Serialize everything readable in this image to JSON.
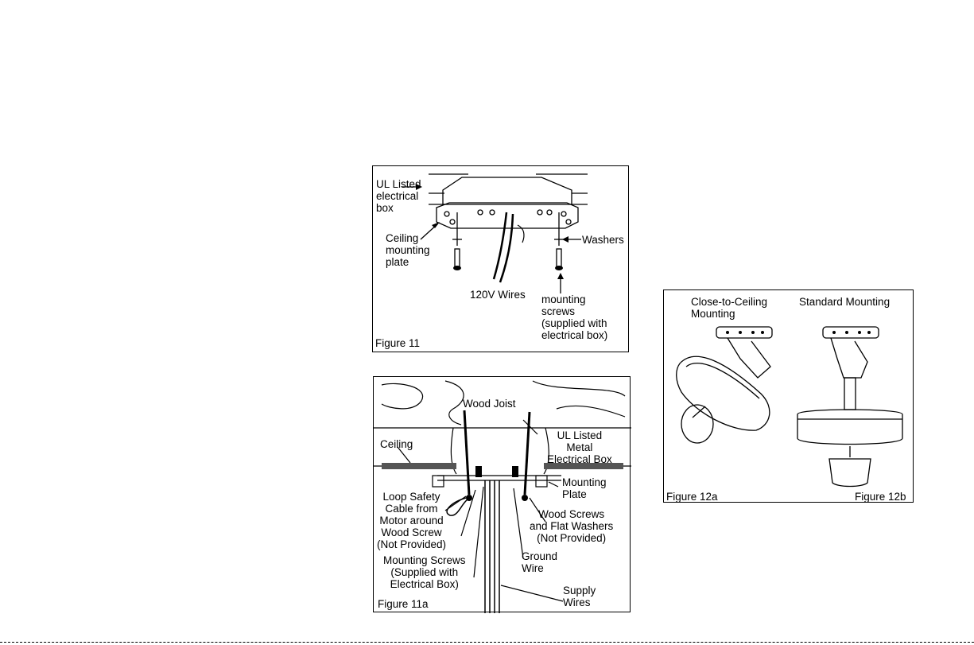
{
  "fig11": {
    "caption": "Figure 11",
    "labels": {
      "electrical_box": "UL Listed\nelectrical\nbox",
      "mounting_plate": "Ceiling\nmounting\nplate",
      "washers": "Washers",
      "wires": "120V Wires",
      "screws": "mounting\nscrews\n(supplied with\nelectrical box)"
    }
  },
  "fig11a": {
    "caption": "Figure 11a",
    "labels": {
      "wood_joist": "Wood Joist",
      "ceiling": "Ceiling",
      "metal_box": "UL Listed\nMetal\nElectrical Box",
      "mounting_plate": "Mounting\nPlate",
      "safety_cable": "Loop Safety\nCable from\nMotor around\nWood Screw\n(Not Provided)",
      "wood_screws": "Wood Screws\nand Flat Washers\n(Not Provided)",
      "mounting_screws": "Mounting Screws\n(Supplied with\nElectrical Box)",
      "ground_wire": "Ground\nWire",
      "supply_wires": "Supply\nWires"
    }
  },
  "fig12": {
    "caption_a": "Figure 12a",
    "caption_b": "Figure 12b",
    "labels": {
      "close_to_ceiling": "Close-to-Ceiling\nMounting",
      "standard": "Standard Mounting"
    }
  }
}
